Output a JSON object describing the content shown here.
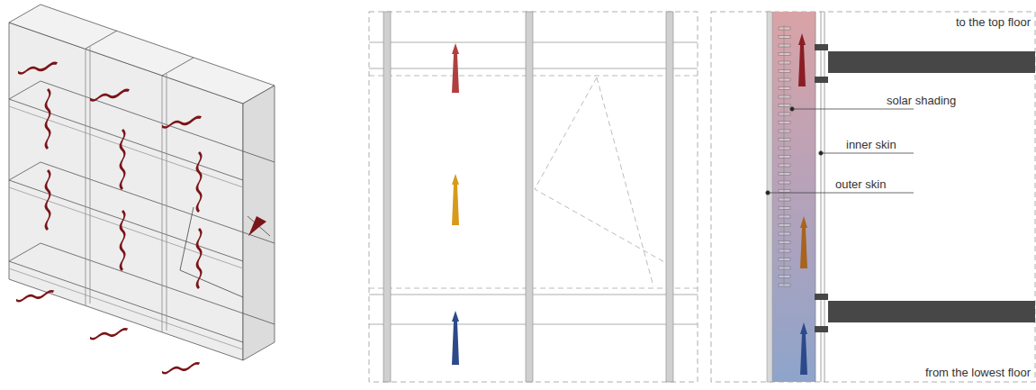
{
  "diagram": {
    "labels": [
      "to the top floor",
      "solar shading",
      "inner skin",
      "outer skin",
      "from the lowest floor"
    ]
  }
}
